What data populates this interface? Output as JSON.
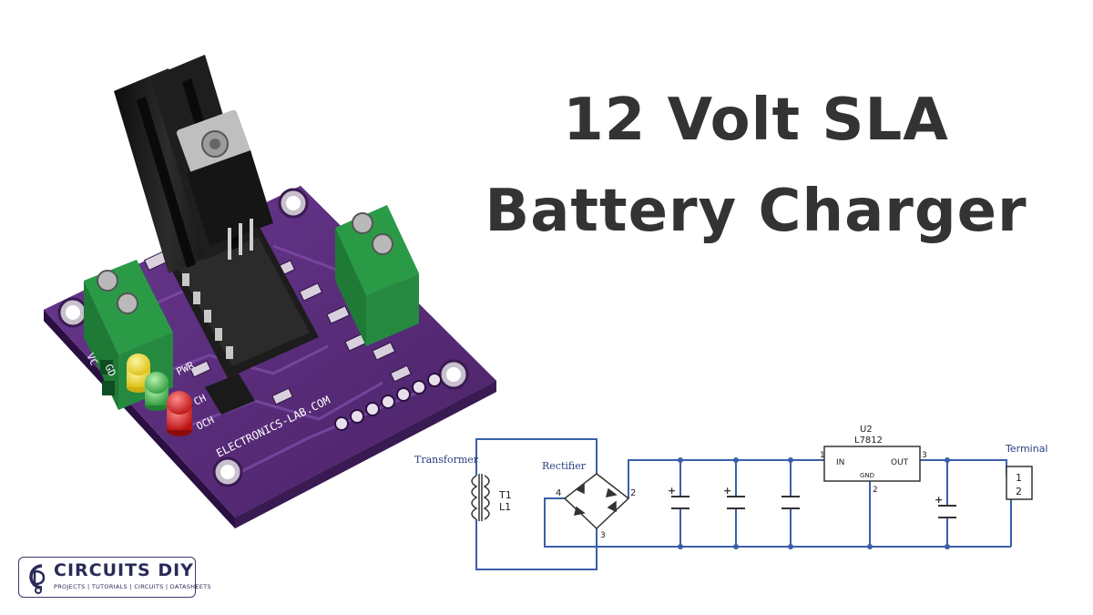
{
  "title": {
    "line1": "12 Volt SLA",
    "line2": "Battery Charger"
  },
  "board": {
    "silkscreen": "ELECTRONICS-LAB.COM",
    "labels": {
      "pwr": "PWR",
      "ch": "CH",
      "och": "OCH",
      "vc": "VC",
      "gd": "GD"
    }
  },
  "schematic": {
    "transformer_label": "Transformer",
    "transformer_ref": "T1",
    "transformer_id": "L1",
    "rectifier_label": "Rectifier",
    "regulator_ref": "U2",
    "regulator_part": "L7812",
    "pin_in": "IN",
    "pin_out": "OUT",
    "pin_gnd": "GND",
    "terminal_label": "Terminal",
    "terminal_pin1": "1",
    "terminal_pin2": "2",
    "pin_numbers": {
      "rect_2": "2",
      "rect_3": "3",
      "rect_4": "4",
      "reg_1": "1",
      "reg_2": "2",
      "reg_3": "3"
    },
    "wire_color": "#3a5fa8"
  },
  "logo": {
    "brand": "CIRCUITS DIY",
    "tagline": "PROJECTS | TUTORIALS | CIRCUITS | DATASHEETS"
  },
  "colors": {
    "title_text": "#333333",
    "pcb": "#5b2d7c",
    "terminal_block": "#2fa84f",
    "heatsink": "#1a1a1a",
    "led_yellow": "#e8d21a",
    "led_green": "#3cb24a",
    "led_red": "#d41f1f"
  }
}
